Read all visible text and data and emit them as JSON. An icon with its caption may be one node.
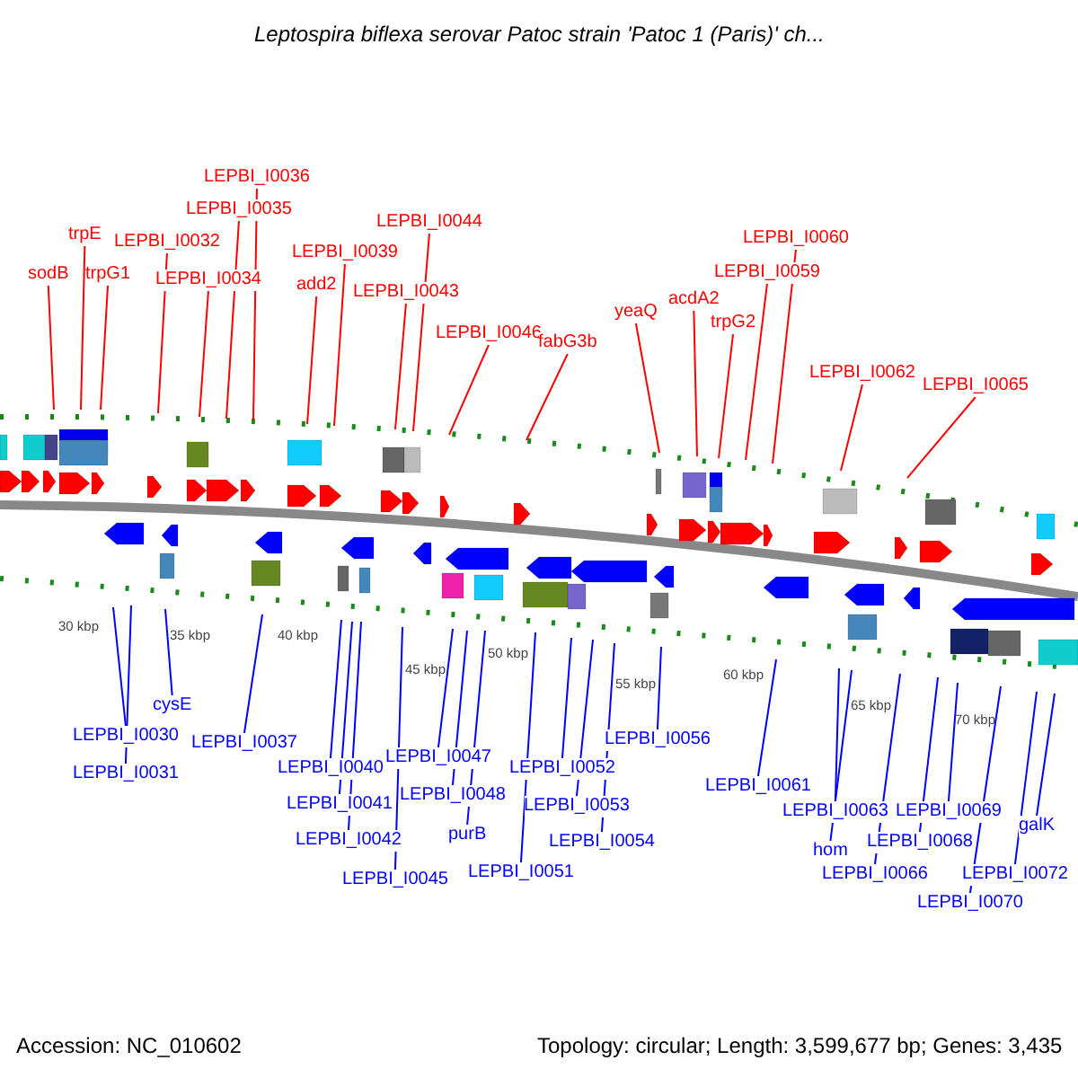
{
  "diagram": {
    "title": "Leptospira biflexa serovar Patoc strain 'Patoc 1 (Paris)' ch...",
    "nodes": [
      {
        "text": [
          "sodB"
        ]
      },
      {
        "text": [
          "trpE"
        ]
      },
      {
        "text": [
          "trpG1"
        ]
      },
      {
        "text": [
          "LEPBI_I0032"
        ]
      },
      {
        "text": [
          "LEPBI_I0034"
        ]
      },
      {
        "text": [
          "LEPBI_I0035"
        ]
      },
      {
        "text": [
          "LEPBI_I0036"
        ]
      },
      {
        "text": [
          "add2"
        ]
      },
      {
        "text": [
          "LEPBI_I0039"
        ]
      },
      {
        "text": [
          "LEPBI_I0043"
        ]
      },
      {
        "text": [
          "LEPBI_I0044"
        ]
      },
      {
        "text": [
          "LEPBI_I0046"
        ]
      },
      {
        "text": [
          "fabG3b"
        ]
      },
      {
        "text": [
          "yeaQ"
        ]
      },
      {
        "text": [
          "acdA2"
        ]
      },
      {
        "text": [
          "trpG2"
        ]
      },
      {
        "text": [
          "LEPBI_I0059"
        ]
      },
      {
        "text": [
          "LEPBI_I0060"
        ]
      },
      {
        "text": [
          "LEPBI_I0062"
        ]
      },
      {
        "text": [
          "LEPBI_I0065"
        ]
      },
      {
        "text": [
          "LEPBI_I0030"
        ]
      },
      {
        "text": [
          "LEPBI_I0031"
        ]
      },
      {
        "text": [
          "cysE"
        ]
      },
      {
        "text": [
          "LEPBI_I0037"
        ]
      },
      {
        "text": [
          "LEPBI_I0040"
        ]
      },
      {
        "text": [
          "LEPBI_I0041"
        ]
      },
      {
        "text": [
          "LEPBI_I0042"
        ]
      },
      {
        "text": [
          "LEPBI_I0045"
        ]
      },
      {
        "text": [
          "LEPBI_I0047"
        ]
      },
      {
        "text": [
          "LEPBI_I0048"
        ]
      },
      {
        "text": [
          "purB"
        ]
      },
      {
        "text": [
          "LEPBI_I0051"
        ]
      },
      {
        "text": [
          "LEPBI_I0052"
        ]
      },
      {
        "text": [
          "LEPBI_I0053"
        ]
      },
      {
        "text": [
          "LEPBI_I0054"
        ]
      },
      {
        "text": [
          "LEPBI_I0056"
        ]
      },
      {
        "text": [
          "LEPBI_I0061"
        ]
      },
      {
        "text": [
          "LEPBI_I0063"
        ]
      },
      {
        "text": [
          "hom"
        ]
      },
      {
        "text": [
          "LEPBI_I0066"
        ]
      },
      {
        "text": [
          "LEPBI_I0068"
        ]
      },
      {
        "text": [
          "LEPBI_I0069"
        ]
      },
      {
        "text": [
          "LEPBI_I0070"
        ]
      },
      {
        "text": [
          "LEPBI_I0072"
        ]
      },
      {
        "text": [
          "galK"
        ]
      }
    ],
    "edges": [
      {
        "from": 0,
        "to": null,
        "arrow": "none",
        "color": "#ff0000"
      },
      {
        "from": 1,
        "to": null,
        "arrow": "none",
        "color": "#ff0000"
      },
      {
        "from": 2,
        "to": null,
        "arrow": "none",
        "color": "#ff0000"
      },
      {
        "from": 3,
        "to": null,
        "arrow": "none",
        "color": "#ff0000"
      },
      {
        "from": 4,
        "to": null,
        "arrow": "none",
        "color": "#ff0000"
      },
      {
        "from": 5,
        "to": null,
        "arrow": "none",
        "color": "#ff0000"
      },
      {
        "from": 6,
        "to": null,
        "arrow": "none",
        "color": "#ff0000"
      },
      {
        "from": 7,
        "to": null,
        "arrow": "none",
        "color": "#ff0000"
      },
      {
        "from": 8,
        "to": null,
        "arrow": "none",
        "color": "#ff0000"
      },
      {
        "from": 9,
        "to": null,
        "arrow": "none",
        "color": "#ff0000"
      },
      {
        "from": 10,
        "to": null,
        "arrow": "none",
        "color": "#ff0000"
      },
      {
        "from": 11,
        "to": null,
        "arrow": "none",
        "color": "#ff0000"
      },
      {
        "from": 12,
        "to": null,
        "arrow": "none",
        "color": "#ff0000"
      },
      {
        "from": 13,
        "to": null,
        "arrow": "none",
        "color": "#ff0000"
      },
      {
        "from": 14,
        "to": null,
        "arrow": "none",
        "color": "#ff0000"
      },
      {
        "from": 15,
        "to": null,
        "arrow": "none",
        "color": "#ff0000"
      },
      {
        "from": 16,
        "to": null,
        "arrow": "none",
        "color": "#ff0000"
      },
      {
        "from": 17,
        "to": null,
        "arrow": "none",
        "color": "#ff0000"
      },
      {
        "from": 18,
        "to": null,
        "arrow": "none",
        "color": "#ff0000"
      },
      {
        "from": 19,
        "to": null,
        "arrow": "none",
        "color": "#ff0000"
      },
      {
        "from": 20,
        "to": null,
        "arrow": "none"
      },
      {
        "from": 21,
        "to": null,
        "arrow": "none"
      },
      {
        "from": 22,
        "to": null,
        "arrow": "none"
      },
      {
        "from": 23,
        "to": null,
        "arrow": "none"
      },
      {
        "from": 24,
        "to": null,
        "arrow": "none"
      },
      {
        "from": 25,
        "to": null,
        "arrow": "none"
      },
      {
        "from": 26,
        "to": null,
        "arrow": "none"
      },
      {
        "from": 27,
        "to": null,
        "arrow": "none"
      },
      {
        "from": 28,
        "to": null,
        "arrow": "none"
      },
      {
        "from": 29,
        "to": null,
        "arrow": "none"
      },
      {
        "from": 30,
        "to": null,
        "arrow": "none"
      },
      {
        "from": 31,
        "to": null,
        "arrow": "none"
      },
      {
        "from": 32,
        "to": null,
        "arrow": "none"
      },
      {
        "from": 33,
        "to": null,
        "arrow": "none"
      },
      {
        "from": 34,
        "to": null,
        "arrow": "none"
      },
      {
        "from": 35,
        "to": null,
        "arrow": "none"
      },
      {
        "from": 36,
        "to": null,
        "arrow": "none"
      },
      {
        "from": 37,
        "to": null,
        "arrow": "none"
      },
      {
        "from": 38,
        "to": null,
        "arrow": "none"
      },
      {
        "from": 39,
        "to": null,
        "arrow": "none"
      },
      {
        "from": 40,
        "to": null,
        "arrow": "none"
      },
      {
        "from": 41,
        "to": null,
        "arrow": "none"
      },
      {
        "from": 42,
        "to": null,
        "arrow": "none"
      },
      {
        "from": 43,
        "to": null,
        "arrow": "none"
      },
      {
        "from": 44,
        "to": null,
        "arrow": "none"
      }
    ],
    "labels": [
      "30 kbp",
      "35 kbp",
      "40 kbp",
      "45 kbp",
      "50 kbp",
      "55 kbp",
      "60 kbp",
      "65 kbp",
      "70 kbp",
      "Accession: NC_010602",
      "Topology: circular; Length: 3,599,677 bp; Genes: 3,435"
    ]
  }
}
